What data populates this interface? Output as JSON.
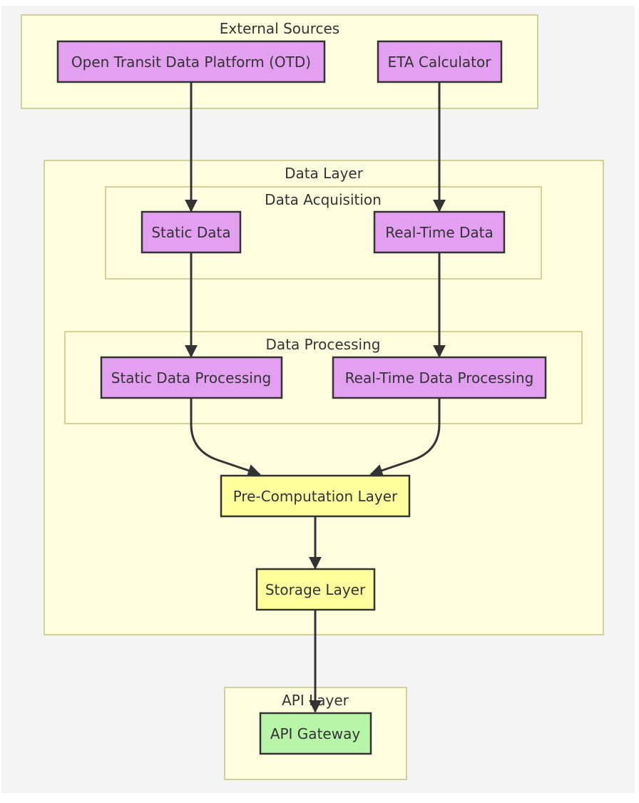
{
  "diagram": {
    "type": "flowchart",
    "colors": {
      "background": "#f4f4f4",
      "group_fill": "#ffffe0",
      "group_stroke": "#c3c381",
      "node_purple": "#e39ff0",
      "node_yellow": "#ffff9e",
      "node_green": "#b8f5a8",
      "node_stroke": "#333333",
      "edge": "#333333"
    },
    "groups": {
      "external_sources": "External Sources",
      "data_layer": "Data Layer",
      "data_acquisition": "Data Acquisition",
      "data_processing": "Data Processing",
      "api_layer": "API Layer"
    },
    "nodes": {
      "otd": "Open Transit Data Platform (OTD)",
      "eta": "ETA Calculator",
      "static_data": "Static Data",
      "realtime_data": "Real-Time Data",
      "static_processing": "Static Data Processing",
      "realtime_processing": "Real-Time Data Processing",
      "precomputation": "Pre-Computation Layer",
      "storage": "Storage Layer",
      "api_gateway": "API Gateway"
    },
    "edges": [
      {
        "from": "otd",
        "to": "static_data"
      },
      {
        "from": "eta",
        "to": "realtime_data"
      },
      {
        "from": "static_data",
        "to": "static_processing"
      },
      {
        "from": "realtime_data",
        "to": "realtime_processing"
      },
      {
        "from": "static_processing",
        "to": "precomputation"
      },
      {
        "from": "realtime_processing",
        "to": "precomputation"
      },
      {
        "from": "precomputation",
        "to": "storage"
      },
      {
        "from": "storage",
        "to": "api_gateway"
      }
    ]
  }
}
